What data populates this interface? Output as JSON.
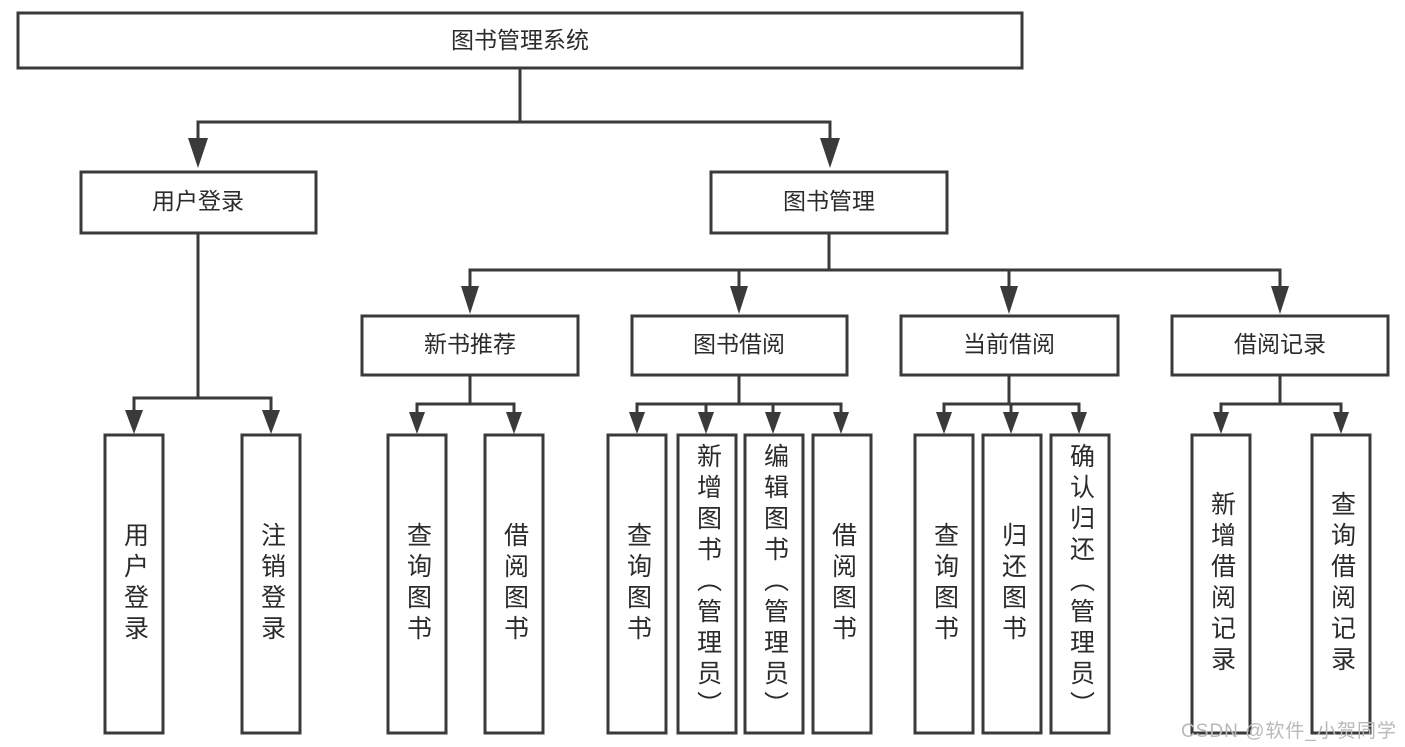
{
  "diagram": {
    "title": "图书管理系统",
    "type": "tree-hierarchy",
    "colors": {
      "box_stroke": "#3a3a3a",
      "box_fill": "#ffffff",
      "text": "#2b2b2b",
      "background": "#ffffff",
      "watermark": "#b9b9b9"
    },
    "root": {
      "label": "图书管理系统"
    },
    "level2": [
      {
        "label": "用户登录"
      },
      {
        "label": "图书管理"
      }
    ],
    "level3": [
      {
        "label": "新书推荐"
      },
      {
        "label": "图书借阅"
      },
      {
        "label": "当前借阅"
      },
      {
        "label": "借阅记录"
      }
    ],
    "leaves": {
      "user_login": [
        {
          "label": "用户登录"
        },
        {
          "label": "注销登录"
        }
      ],
      "new_book_recommend": [
        {
          "label": "查询图书"
        },
        {
          "label": "借阅图书"
        }
      ],
      "book_borrow": [
        {
          "label": "查询图书"
        },
        {
          "label": "新增图书（管理员）"
        },
        {
          "label": "编辑图书（管理员）"
        },
        {
          "label": "借阅图书"
        }
      ],
      "current_borrow": [
        {
          "label": "查询图书"
        },
        {
          "label": "归还图书"
        },
        {
          "label": "确认归还（管理员）"
        }
      ],
      "borrow_record": [
        {
          "label": "新增借阅记录"
        },
        {
          "label": "查询借阅记录"
        }
      ]
    }
  },
  "watermark": {
    "text": "CSDN @软件_小贺同学"
  }
}
